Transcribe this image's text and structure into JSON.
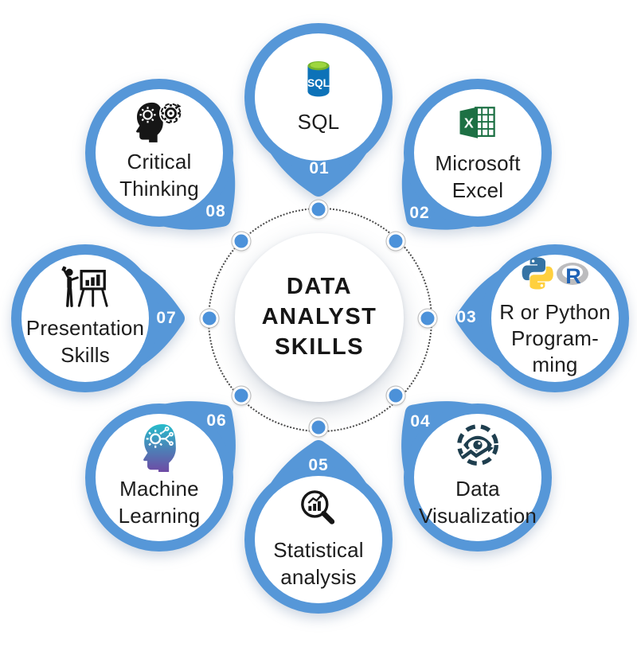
{
  "center": {
    "title": "DATA\nANALYST\nSKILLS"
  },
  "items": [
    {
      "number": "01",
      "label": "SQL",
      "icon": "sql-database-icon"
    },
    {
      "number": "02",
      "label": "Microsoft\nExcel",
      "icon": "excel-icon"
    },
    {
      "number": "03",
      "label": "R or Python\nProgram-\nming",
      "icon": "python-r-logos-icon"
    },
    {
      "number": "04",
      "label": "Data\nVisualization",
      "icon": "data-visualization-eye-icon"
    },
    {
      "number": "05",
      "label": "Statistical\nanalysis",
      "icon": "magnifier-chart-icon"
    },
    {
      "number": "06",
      "label": "Machine\nLearning",
      "icon": "machine-learning-head-icon"
    },
    {
      "number": "07",
      "label": "Presentation\nSkills",
      "icon": "presentation-easel-icon"
    },
    {
      "number": "08",
      "label": "Critical\nThinking",
      "icon": "critical-thinking-gears-icon"
    }
  ],
  "colors": {
    "accent_blue": "#5697d8",
    "dot_blue": "#4c92da",
    "text_dark": "#1d1d1d",
    "sql_blue": "#0d72b8",
    "sql_green": "#9ed63f",
    "excel_green": "#1d7044",
    "python_blue": "#3673a4",
    "python_yellow": "#ffd03e",
    "r_blue": "#1f63b6",
    "dataviz_navy": "#1e3e4e",
    "ml_gradient_top": "#27bccb",
    "ml_gradient_bottom": "#6f49a4"
  }
}
